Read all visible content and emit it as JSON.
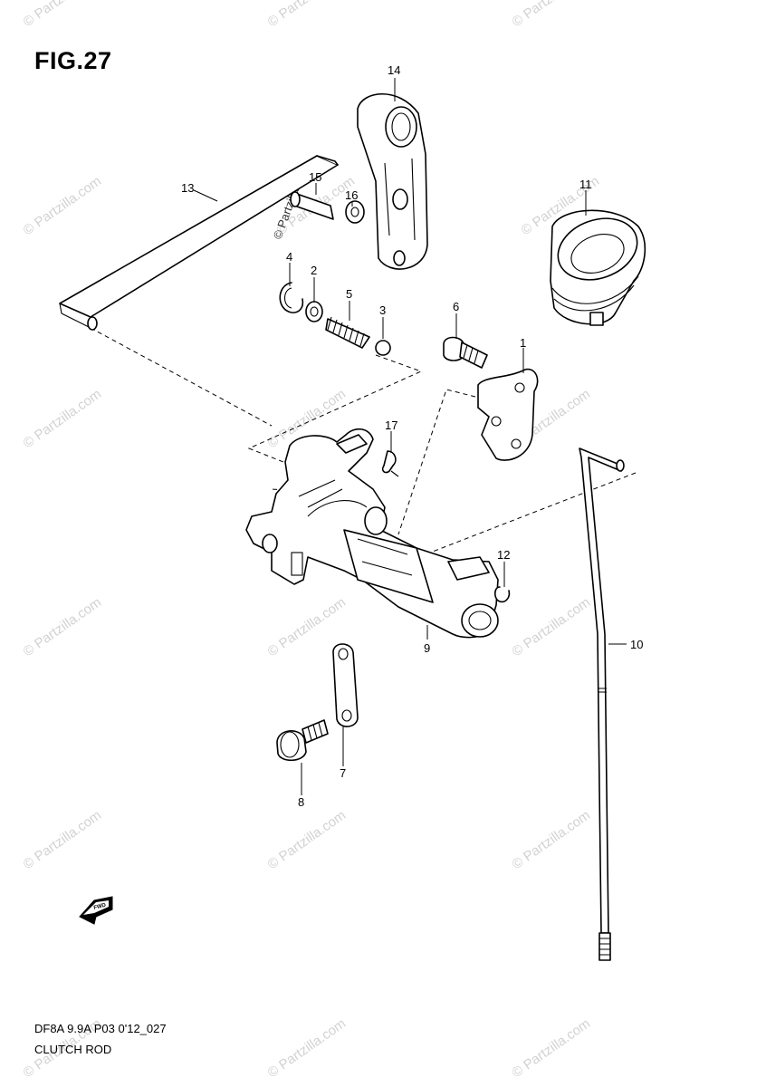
{
  "figure": {
    "title": "FIG.27",
    "code": "DF8A 9.9A P03 0'12_027",
    "name": "CLUTCH ROD"
  },
  "watermark": {
    "text": "© Partzilla.com"
  },
  "callouts": {
    "c1": "1",
    "c2": "2",
    "c3": "3",
    "c4": "4",
    "c5": "5",
    "c6": "6",
    "c7": "7",
    "c8": "8",
    "c9": "9",
    "c10": "10",
    "c11": "11",
    "c12": "12",
    "c13": "13",
    "c14": "14",
    "c15": "15",
    "c16": "16",
    "c17": "17"
  },
  "fwd_symbol": {
    "label": "FWD",
    "icon": "fwd-arrow-icon"
  }
}
